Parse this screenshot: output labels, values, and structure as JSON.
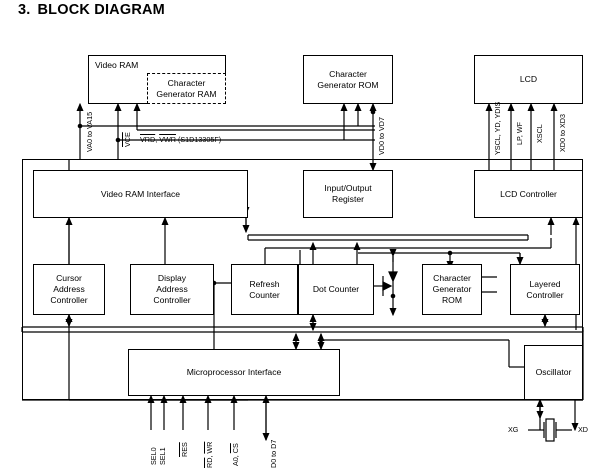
{
  "page": {
    "section_number": "3.",
    "title": "BLOCK DIAGRAM"
  },
  "blocks": {
    "video_ram": "Video RAM",
    "char_gen_ram": "Character\nGenerator RAM",
    "char_gen_rom_top": "Character\nGenerator ROM",
    "lcd": "LCD",
    "video_ram_interface": "Video RAM Interface",
    "io_register": "Input/Output\nRegister",
    "lcd_controller": "LCD Controller",
    "cursor_address_controller": "Cursor\nAddress\nController",
    "display_address_controller": "Display\nAddress\nController",
    "refresh_counter": "Refresh\nCounter",
    "dot_counter": "Dot Counter",
    "char_gen_rom_mid": "Character\nGenerator\nROM",
    "layered_controller": "Layered\nController",
    "microprocessor_interface": "Microprocessor Interface",
    "oscillator": "Oscillator"
  },
  "signals": {
    "va": "VA0 to VA15",
    "vce": "VCE",
    "vrd_vwr": "VRD, VWR (S1D13305F)",
    "vrd": "VRD",
    "vwr": "VWR",
    "vrd_vwr_suffix": " (S1D13305F)",
    "vd": "VD0 to VD7",
    "yscl": "YSCL, YD, YDIS",
    "lp_wf": "LP, WF",
    "xscl": "XSCL",
    "xd": "XD0 to XD3",
    "sel0": "SEL0",
    "sel1": "SEL1",
    "res": "RES",
    "rd_wr": "RD, WR",
    "rd": "RD",
    "wr": "WR",
    "a0_cs": "A0, CS",
    "a0": "A0, ",
    "cs": "CS",
    "d0_d7": "D0 to D7",
    "xg": "XG",
    "xd_pin": "XD"
  },
  "colors": {
    "line": "#000000",
    "background": "#ffffff"
  }
}
